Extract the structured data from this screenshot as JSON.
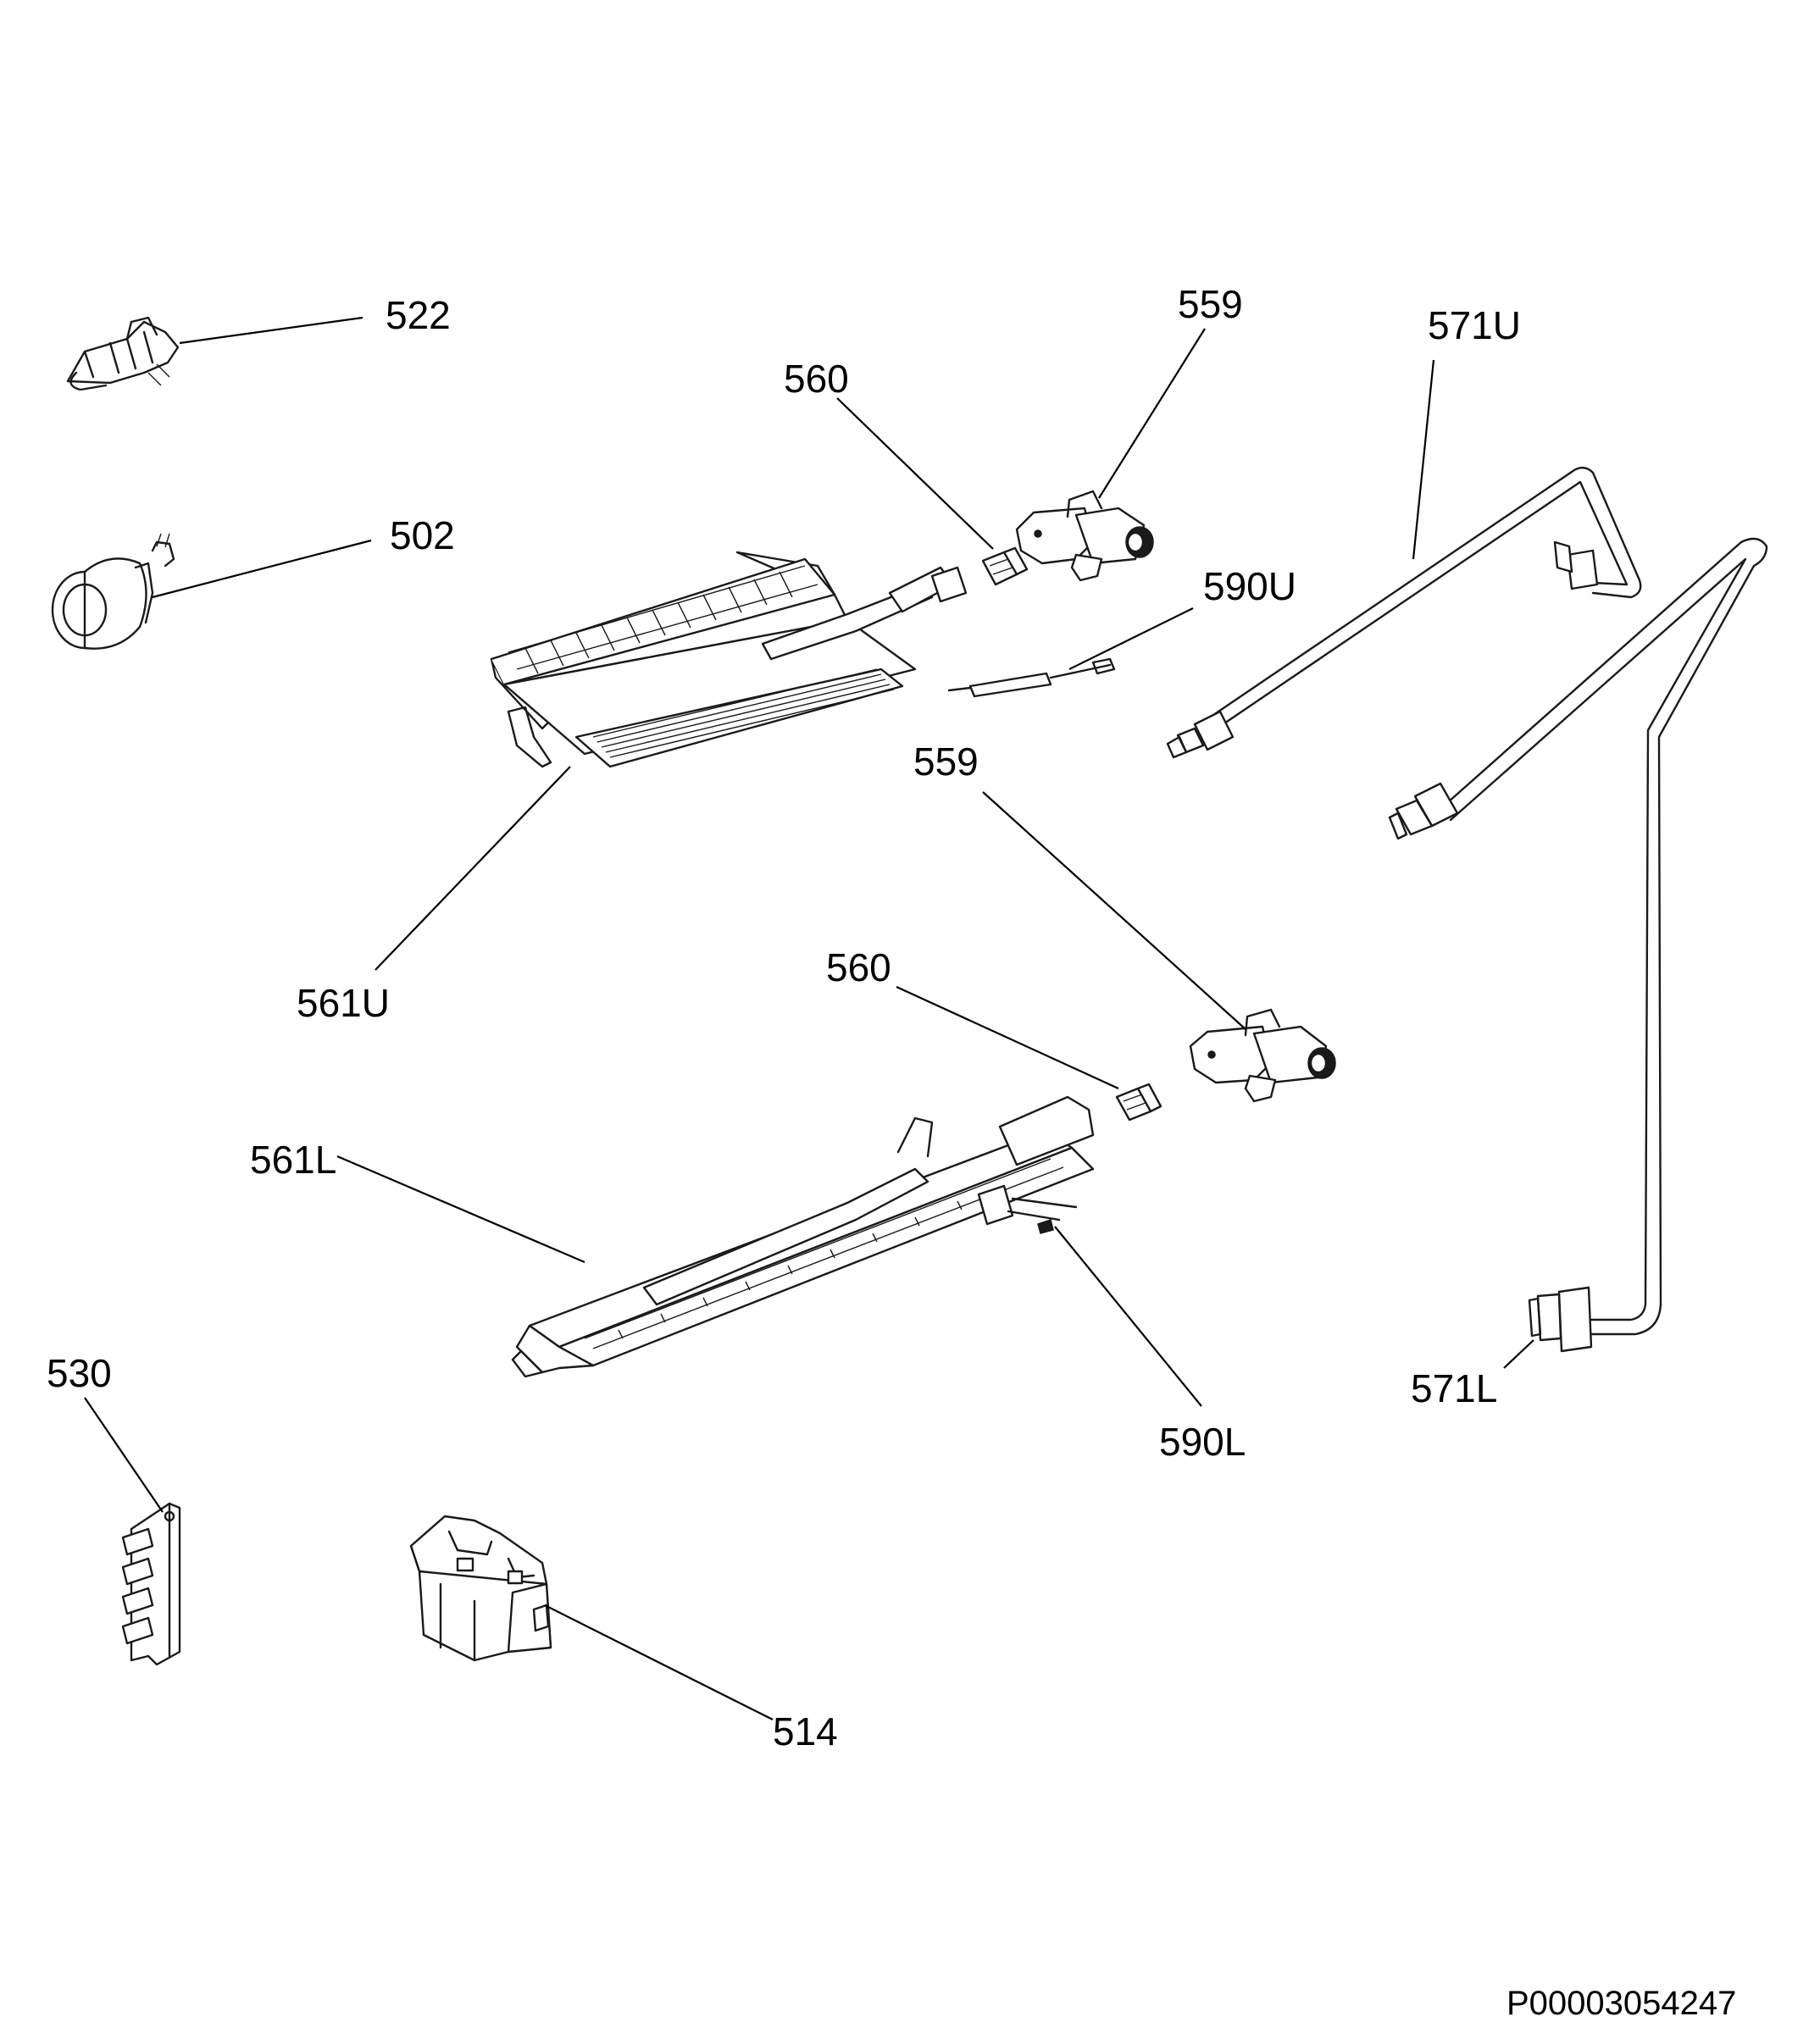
{
  "labels": {
    "l522": "522",
    "l502": "502",
    "l560u": "560",
    "l559u": "559",
    "l571u": "571U",
    "l590u": "590U",
    "l561u": "561U",
    "l559l": "559",
    "l560l": "560",
    "l561l": "561L",
    "l590l": "590L",
    "l571l": "571L",
    "l530": "530",
    "l514": "514"
  },
  "diagram_code": "P00003054247"
}
